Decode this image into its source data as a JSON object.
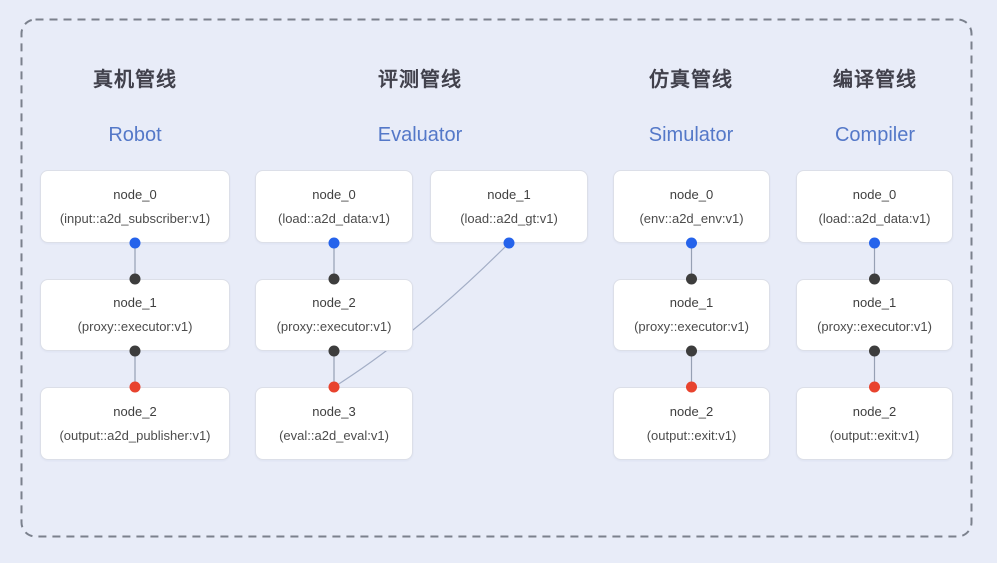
{
  "pipelines": [
    {
      "title_zh": "真机管线",
      "title_en": "Robot",
      "nodes": [
        {
          "name": "node_0",
          "type": "(input::a2d_subscriber:v1)"
        },
        {
          "name": "node_1",
          "type": "(proxy::executor:v1)"
        },
        {
          "name": "node_2",
          "type": "(output::a2d_publisher:v1)"
        }
      ]
    },
    {
      "title_zh": "评测管线",
      "title_en": "Evaluator",
      "nodes": [
        {
          "name": "node_0",
          "type": "(load::a2d_data:v1)"
        },
        {
          "name": "node_1",
          "type": "(load::a2d_gt:v1)"
        },
        {
          "name": "node_2",
          "type": "(proxy::executor:v1)"
        },
        {
          "name": "node_3",
          "type": "(eval::a2d_eval:v1)"
        }
      ]
    },
    {
      "title_zh": "仿真管线",
      "title_en": "Simulator",
      "nodes": [
        {
          "name": "node_0",
          "type": "(env::a2d_env:v1)"
        },
        {
          "name": "node_1",
          "type": "(proxy::executor:v1)"
        },
        {
          "name": "node_2",
          "type": "(output::exit:v1)"
        }
      ]
    },
    {
      "title_zh": "编译管线",
      "title_en": "Compiler",
      "nodes": [
        {
          "name": "node_0",
          "type": "(load::a2d_data:v1)"
        },
        {
          "name": "node_1",
          "type": "(proxy::executor:v1)"
        },
        {
          "name": "node_2",
          "type": "(output::exit:v1)"
        }
      ]
    }
  ],
  "colors": {
    "background": "#e8ecf8",
    "box_fill": "#ffffff",
    "box_border": "#dcdfe8",
    "frame_dash": "#7b818d",
    "edge": "#96a0b4",
    "port_blue": "#2563eb",
    "port_dark": "#3d3d3d",
    "port_red": "#e8432e",
    "title_zh_color": "#41414c",
    "title_en_color": "#5478c8",
    "node_text": "#454545"
  }
}
